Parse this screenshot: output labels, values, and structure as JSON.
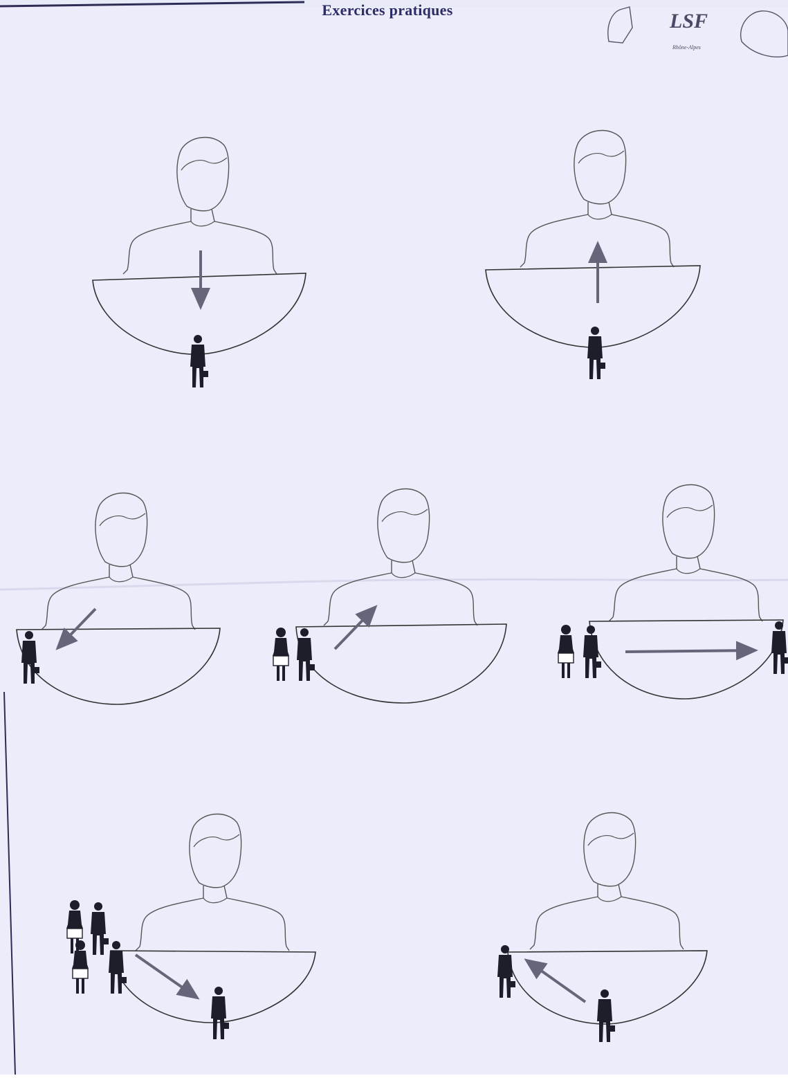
{
  "document": {
    "title": "Exercices pratiques",
    "logo": {
      "text": "LSF",
      "subtext": "Rhône-Alpes"
    },
    "paper_color": "#e9eaf8",
    "ink_color": "#222233",
    "arrow_color": "#6a6a7a"
  },
  "exercises": [
    {
      "row": 1,
      "position": "left",
      "signer": "signer-outline",
      "arrow_direction": "down",
      "figures": [
        "standing-man"
      ]
    },
    {
      "row": 1,
      "position": "right",
      "signer": "signer-outline",
      "arrow_direction": "up",
      "figures": [
        "standing-man"
      ]
    },
    {
      "row": 2,
      "position": "left",
      "signer": "signer-outline",
      "arrow_direction": "down-left",
      "figures": [
        "standing-man"
      ]
    },
    {
      "row": 2,
      "position": "center",
      "signer": "signer-outline",
      "arrow_direction": "up-right",
      "figures": [
        "standing-woman",
        "standing-man"
      ]
    },
    {
      "row": 2,
      "position": "right",
      "signer": "signer-outline",
      "arrow_direction": "right",
      "figures": [
        "standing-woman",
        "standing-man",
        "standing-man"
      ]
    },
    {
      "row": 3,
      "position": "left",
      "signer": "signer-outline",
      "arrow_direction": "down-right",
      "figures": [
        "standing-woman",
        "standing-man",
        "standing-woman",
        "standing-man",
        "standing-man"
      ]
    },
    {
      "row": 3,
      "position": "right",
      "signer": "signer-outline",
      "arrow_direction": "up-left",
      "figures": [
        "standing-man",
        "standing-man"
      ]
    }
  ]
}
